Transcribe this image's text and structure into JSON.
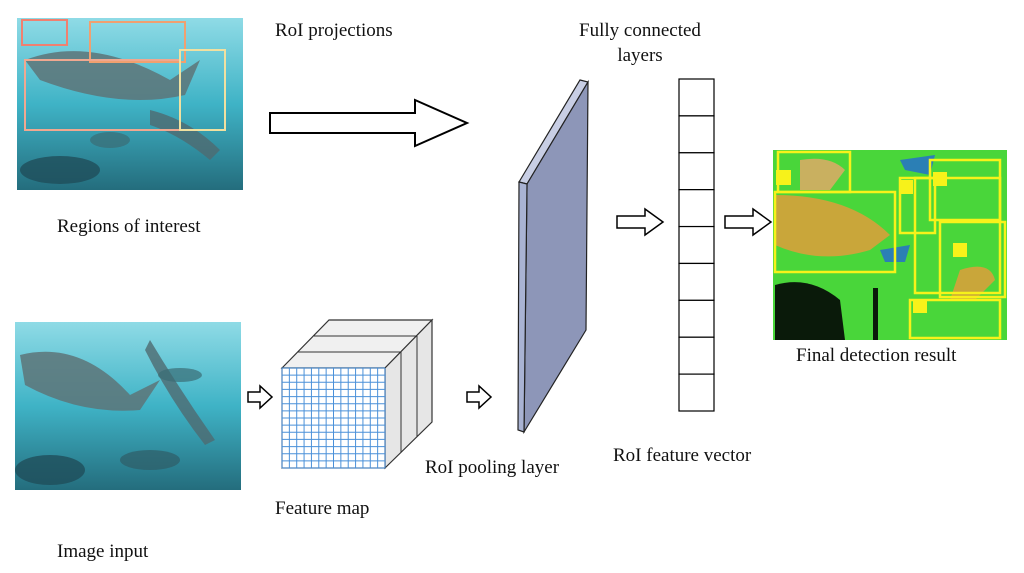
{
  "labels": {
    "roi_projections": "RoI projections",
    "fc_line1": "Fully connected",
    "fc_line2": "layers",
    "regions_of_interest": "Regions of interest",
    "image_input": "Image input",
    "feature_map": "Feature map",
    "roi_pooling": "RoI pooling layer",
    "roi_feature_vector": "RoI feature vector",
    "final_detection": "Final detection result"
  },
  "feature_vector_cells": 9,
  "colors": {
    "grid": "#4a90d9",
    "pooling_layer": "#a9b3d3",
    "water": "#3fb3c6",
    "detection_bg": "#49d63a",
    "detection_box": "#f7f21a"
  }
}
